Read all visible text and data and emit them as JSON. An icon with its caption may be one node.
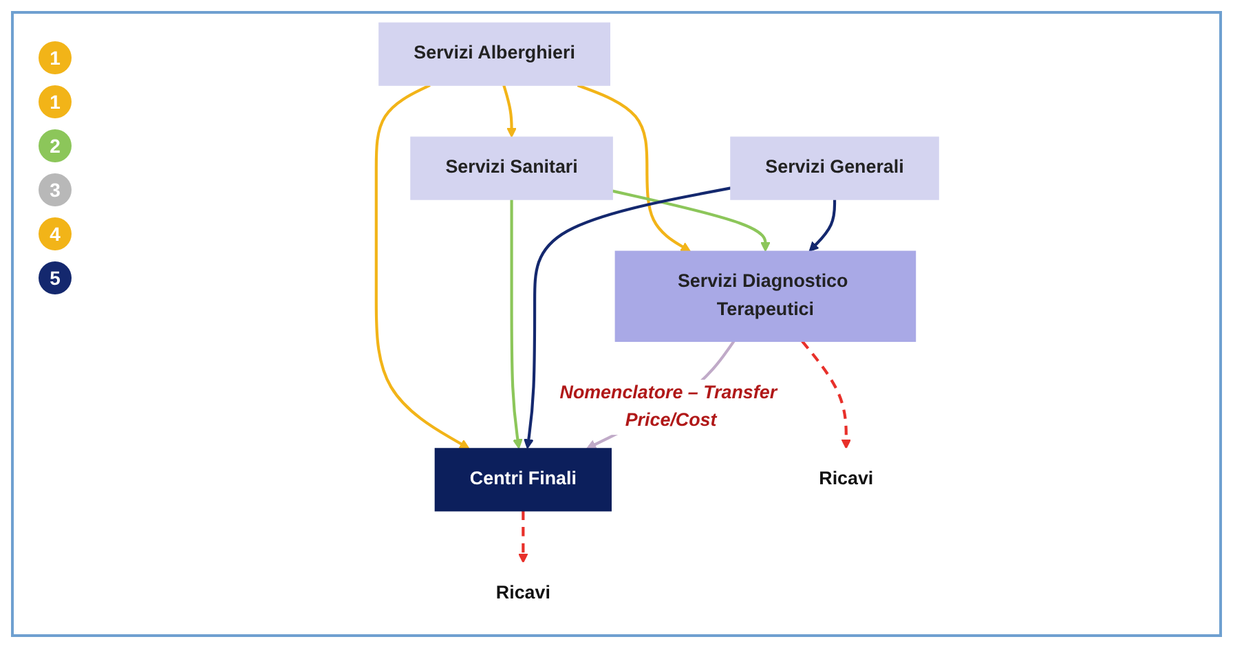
{
  "diagram": {
    "nodes": [
      {
        "text": [
          "Servizi Alberghieri"
        ]
      },
      {
        "text": [
          "Servizi Sanitari"
        ]
      },
      {
        "text": [
          "Servizi Generali"
        ]
      },
      {
        "text": [
          "Servizi Diagnostico Terapeutici"
        ]
      },
      {
        "text": [
          "Centri Finali"
        ]
      },
      {
        "text": [
          "Ricavi"
        ]
      },
      {
        "text": [
          "Ricavi"
        ]
      }
    ],
    "edges": [
      {
        "from": 0,
        "to": 1,
        "arrow": "to",
        "color": "#f2b418"
      },
      {
        "from": 0,
        "to": 3,
        "arrow": "to",
        "color": "#f2b418"
      },
      {
        "from": 0,
        "to": 4,
        "arrow": "to",
        "color": "#f2b418"
      },
      {
        "from": 1,
        "to": 3,
        "arrow": "to",
        "color": "#8cc65a"
      },
      {
        "from": 1,
        "to": 4,
        "arrow": "to",
        "color": "#8cc65a"
      },
      {
        "from": 2,
        "to": 3,
        "arrow": "to",
        "color": "#14286e"
      },
      {
        "from": 2,
        "to": 4,
        "arrow": "to",
        "color": "#14286e"
      },
      {
        "from": 3,
        "to": 4,
        "arrow": "to",
        "label": "Nomenclatore – Transfer Price/Cost",
        "color": "#c0aac8"
      },
      {
        "from": 3,
        "to": 5,
        "arrow": "to",
        "style": "dashed",
        "color": "#e8302a"
      },
      {
        "from": 4,
        "to": 6,
        "arrow": "to",
        "style": "dashed",
        "color": "#e8302a"
      }
    ],
    "labels": [
      "1",
      "1",
      "2",
      "3",
      "4",
      "5"
    ]
  }
}
